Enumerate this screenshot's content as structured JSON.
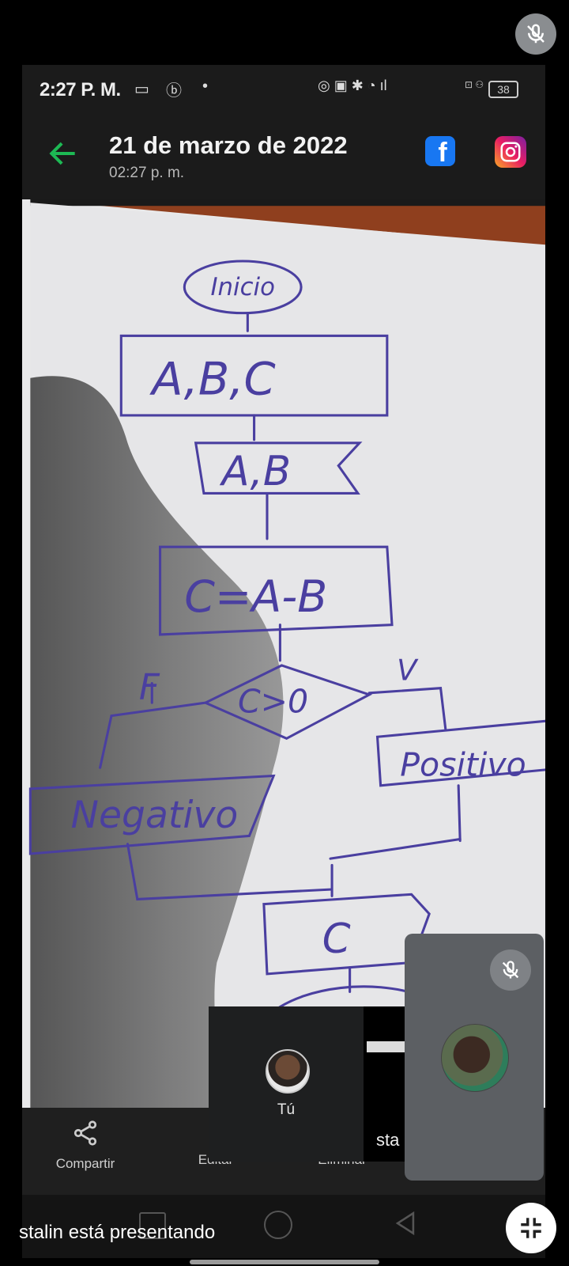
{
  "meeting": {
    "presenter_status": "stalin está presentando",
    "self_label": "Tú",
    "remote_name_partial": "sta"
  },
  "shared_screen": {
    "status_bar": {
      "time": "2:27 P. M.",
      "battery": "38"
    },
    "header": {
      "title": "21 de marzo de 2022",
      "subtitle": "02:27 p. m."
    },
    "toolbar": {
      "share_label": "Compartir",
      "edit_label": "Editar",
      "delete_label": "Eliminar"
    },
    "flowchart": {
      "start": "Inicio",
      "input1": "A,B,C",
      "input2": "A,B",
      "process": "C=A-B",
      "decision": "C>0",
      "false_label": "F",
      "true_label": "V",
      "false_output": "Negativo",
      "true_output": "Positivo",
      "final_output": "C"
    }
  },
  "colors": {
    "accent_green": "#1db954",
    "facebook_blue": "#1877f2",
    "ink": "#4a3fa0"
  },
  "icons": [
    "mic-off-icon",
    "back-arrow-icon",
    "facebook-icon",
    "instagram-icon",
    "share-icon",
    "square-nav-icon",
    "circle-nav-icon",
    "triangle-back-icon",
    "exit-fullscreen-icon"
  ]
}
